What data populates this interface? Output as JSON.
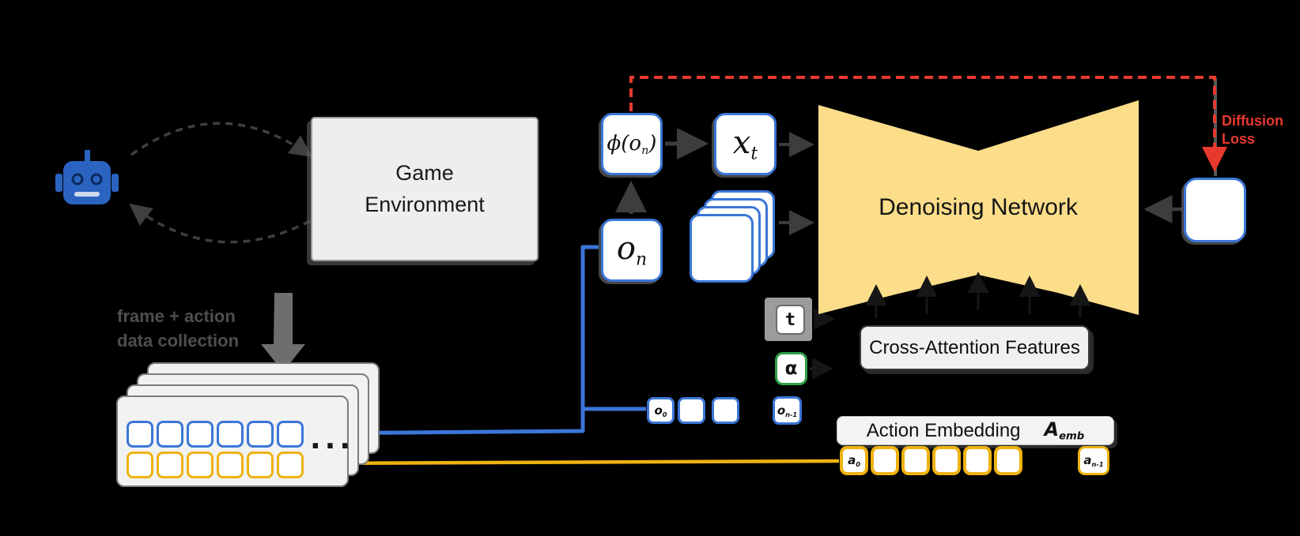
{
  "colors": {
    "blue": "#3b76d8",
    "yellow": "#eeb211",
    "networkfill": "#fbdd8a",
    "green": "#2f9e48",
    "red": "#e8392e",
    "dim": "#4e4e4e",
    "robot": "#2b63c1",
    "loop": "#3f3f3f",
    "darkarrow": "#3d3d3d"
  },
  "agent": {
    "icon": "robot-icon"
  },
  "game_environment": {
    "title": "Game Environment"
  },
  "data_collection": {
    "caption_line1": "frame + action",
    "caption_line2": "data collection",
    "arrow_icon": "down-arrow-icon",
    "ellipsis": "..."
  },
  "tokens": {
    "phi": {
      "pre": "ϕ(o",
      "sub": "n",
      "post": ")"
    },
    "x_t": {
      "pre": "x",
      "sub": "t"
    },
    "o_n": {
      "pre": "o",
      "sub": "n"
    },
    "o_0": {
      "pre": "o",
      "sub": "0"
    },
    "o_n_minus_1": {
      "pre": "o",
      "sub": "n-1"
    },
    "a_0": {
      "pre": "a",
      "sub": "0"
    },
    "a_n_minus_1": {
      "pre": "a",
      "sub": "n-1"
    },
    "t": "t",
    "alpha": "α"
  },
  "network": {
    "title": "Denoising Network"
  },
  "cross_attention": {
    "title": "Cross-Attention Features"
  },
  "action_embedding": {
    "title": "Action Embedding",
    "symbol_pre": "A",
    "symbol_sub": "emb"
  },
  "loss": {
    "line1": "Diffusion",
    "line2": "Loss"
  }
}
